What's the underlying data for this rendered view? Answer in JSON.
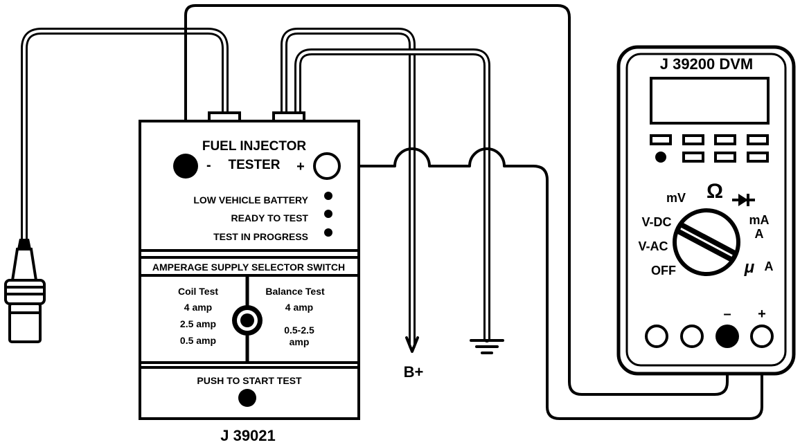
{
  "tester": {
    "title_line1": "FUEL INJECTOR",
    "title_line2": "TESTER",
    "minus": "-",
    "plus": "+",
    "indicators": [
      "LOW VEHICLE BATTERY",
      "READY TO TEST",
      "TEST IN PROGRESS"
    ],
    "selector_header": "AMPERAGE SUPPLY SELECTOR SWITCH",
    "coil_title": "Coil Test",
    "coil_values": [
      "4 amp",
      "2.5 amp",
      "0.5 amp"
    ],
    "balance_title": "Balance Test",
    "balance_values": [
      "4 amp",
      "0.5-2.5",
      "amp"
    ],
    "push_label": "PUSH TO START TEST",
    "model": "J 39021"
  },
  "battery_label": "B+",
  "dvm": {
    "title": "J 39200 DVM",
    "mode_mv": "mV",
    "mode_ohm": "Ω",
    "mode_vdc": "V-DC",
    "mode_vac": "V-AC",
    "mode_off": "OFF",
    "mode_ma": "mA",
    "mode_a": "A",
    "mode_ua_mu": "μ",
    "mode_ua_a": "A",
    "jack_minus": "–",
    "jack_plus": "+"
  }
}
